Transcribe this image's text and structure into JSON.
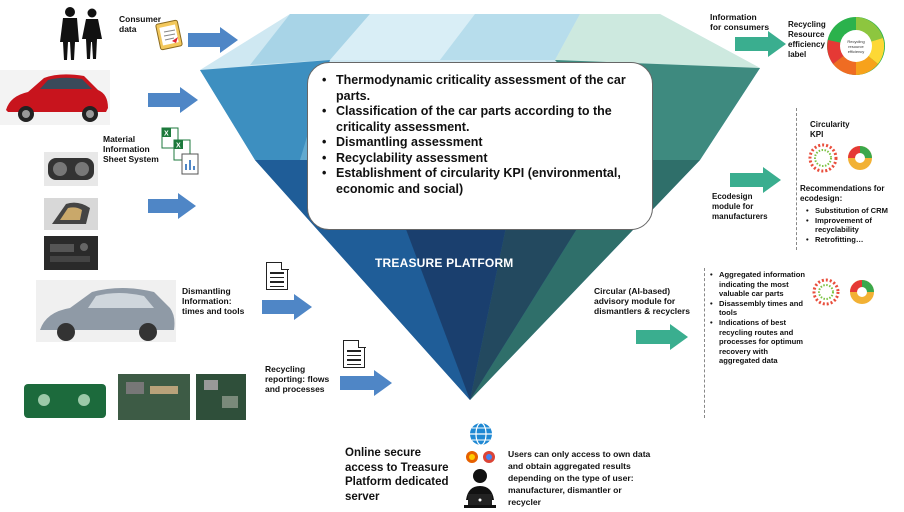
{
  "colors": {
    "diamond_light": "#a9d6e8",
    "diamond_mid": "#4c9fc8",
    "diamond_dark": "#1f4f8c",
    "diamond_navy": "#173a66",
    "arrow_blue": "#4f86c6",
    "arrow_teal": "#3aae8f"
  },
  "left": {
    "consumer_label": "Consumer\ndata",
    "material_label": "Material\nInformation\nSheet System",
    "dismantling_label": "Dismantling\nInformation:\ntimes and tools",
    "recycling_label": "Recycling\nreporting: flows\nand processes"
  },
  "center": {
    "bullets": [
      "Thermodynamic criticality assessment of the car parts.",
      "Classification of the car parts according to the criticality assessment.",
      "Dismantling assessment",
      "Recyclability assessment",
      "Establishment of circularity KPI (environmental, economic and social)"
    ],
    "platform_title": "TREASURE PLATFORM"
  },
  "right": {
    "info_consumers": "Information\nfor consumers",
    "recycling_label": "Recycling\nResource\nefficiency\nlabel",
    "circularity_kpi": "Circularity\nKPI",
    "ecodesign_module": "Ecodesign\nmodule for\nmanufacturers",
    "recommendations_title": "Recommendations for\necodesign:",
    "recommendations": [
      "Substitution of CRM",
      "Improvement of recyclability",
      "Retrofitting…"
    ],
    "advisory_module": "Circular (AI-based)\nadvisory module for\ndismantlers & recyclers",
    "advisory_items": [
      "Aggregated information indicating the most valuable car parts",
      "Disassembly times and tools",
      "Indications of best recycling routes and processes for optimum recovery with aggregated data"
    ]
  },
  "bottom": {
    "access_text": "Online secure\naccess to Treasure\nPlatform dedicated\nserver",
    "users_text": "Users can only access to own data\nand obtain aggregated results\ndepending on the type of user:\nmanufacturer, dismantler or\nrecycler"
  },
  "icons": [
    "people-icon",
    "clipboard-icon",
    "car-icon",
    "excel-files-icon",
    "dashboard-photo-icon",
    "mirror-photo-icon",
    "radio-photo-icon",
    "dismantled-car-icon",
    "document-icon",
    "circuit-board-icon",
    "globe-icon",
    "browser-icon",
    "user-laptop-icon",
    "energy-label-icon",
    "kpi-wheel-icon",
    "kpi-gauge-icon"
  ]
}
